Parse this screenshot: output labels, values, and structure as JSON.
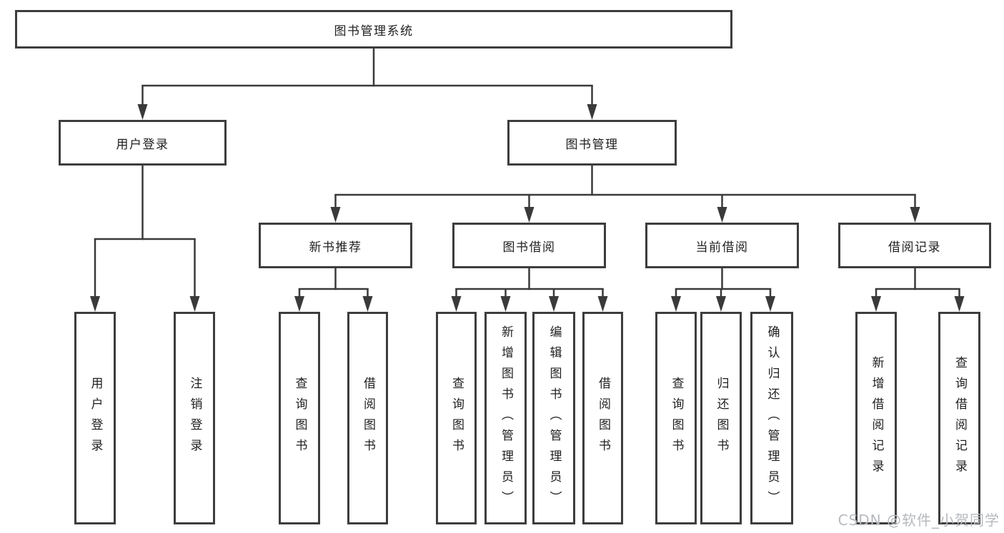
{
  "diagram": {
    "root": {
      "label": "图书管理系统",
      "children": [
        {
          "label": "用户登录",
          "children": [
            {
              "label": "用户登录"
            },
            {
              "label": "注销登录"
            }
          ]
        },
        {
          "label": "图书管理",
          "children": [
            {
              "label": "新书推荐",
              "children": [
                {
                  "label": "查询图书"
                },
                {
                  "label": "借阅图书"
                }
              ]
            },
            {
              "label": "图书借阅",
              "children": [
                {
                  "label": "查询图书"
                },
                {
                  "label": "新增图书（管理员）"
                },
                {
                  "label": "编辑图书（管理员）"
                },
                {
                  "label": "借阅图书"
                }
              ]
            },
            {
              "label": "当前借阅",
              "children": [
                {
                  "label": "查询图书"
                },
                {
                  "label": "归还图书"
                },
                {
                  "label": "确认归还（管理员）"
                }
              ]
            },
            {
              "label": "借阅记录",
              "children": [
                {
                  "label": "新增借阅记录"
                },
                {
                  "label": "查询借阅记录"
                }
              ]
            }
          ]
        }
      ]
    }
  },
  "watermark": {
    "text": "CSDN @软件_小贺同学"
  },
  "colors": {
    "line": "#3a3a3a",
    "box_border": "#3d3d3d",
    "text": "#1f1f1f",
    "watermark": "#b6b9be",
    "background": "#ffffff"
  }
}
